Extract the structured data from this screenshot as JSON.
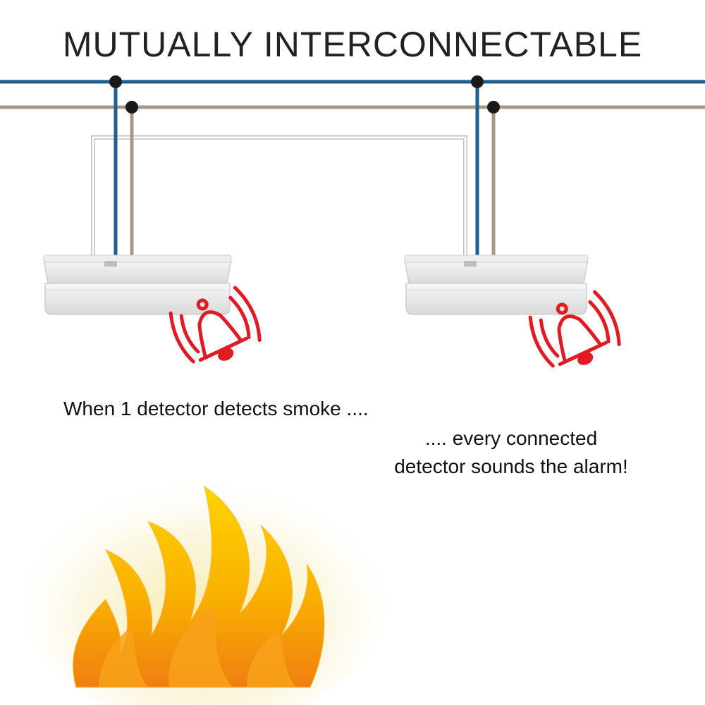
{
  "title": "MUTUALLY INTERCONNECTABLE",
  "captions": {
    "left": "When 1 detector detects smoke ....",
    "right_line1": ".... every connected",
    "right_line2": "detector sounds the alarm!"
  },
  "colors": {
    "blue_wire": "#1f5f8f",
    "brown_wire": "#a69885",
    "interconnect_wire": "#bfbfbf",
    "alarm_red": "#e01b24",
    "flame_orange": "#f28c0f",
    "flame_yellow": "#ffd400",
    "detector_body": "#e6e6e6"
  },
  "icons": {
    "alarm": "bell-icon",
    "fire": "flame-icon",
    "detector": "smoke-detector-icon"
  }
}
